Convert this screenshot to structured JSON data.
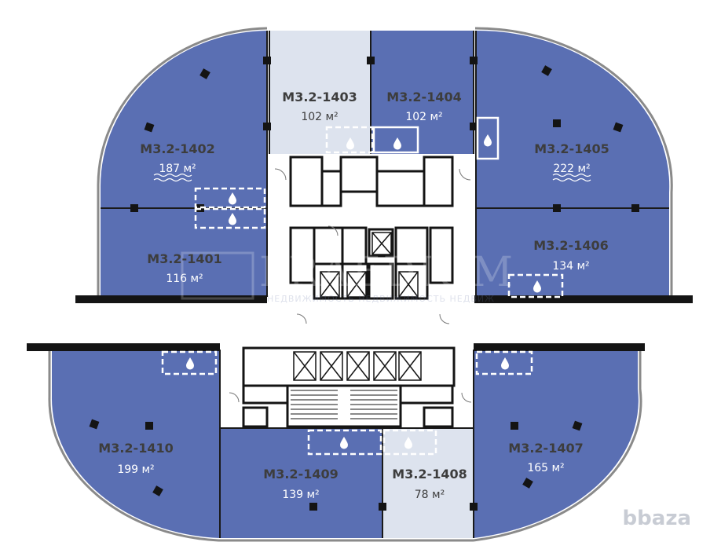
{
  "colors": {
    "unit_available": "#5a6fb3",
    "unit_sold": "#dde3ee",
    "wall": "#141414",
    "core_fill": "#ffffff",
    "label_dark": "#3d3d3d",
    "label_light": "#ffffff"
  },
  "units": [
    {
      "code": "М3.2-1401",
      "area": "116 м²",
      "status": "available"
    },
    {
      "code": "М3.2-1402",
      "area": "187 м²",
      "status": "available"
    },
    {
      "code": "М3.2-1403",
      "area": "102 м²",
      "status": "sold"
    },
    {
      "code": "М3.2-1404",
      "area": "102 м²",
      "status": "available"
    },
    {
      "code": "М3.2-1405",
      "area": "222 м²",
      "status": "available"
    },
    {
      "code": "М3.2-1406",
      "area": "134 м²",
      "status": "available"
    },
    {
      "code": "М3.2-1407",
      "area": "165 м²",
      "status": "available"
    },
    {
      "code": "М3.2-1408",
      "area": "78 м²",
      "status": "sold"
    },
    {
      "code": "М3.2-1409",
      "area": "139 м²",
      "status": "available"
    },
    {
      "code": "М3.2-1410",
      "area": "199 м²",
      "status": "available"
    }
  ],
  "icons": {
    "plumbing": "water-drop-icon",
    "heating": "wave-icon"
  },
  "watermark": {
    "brand": "PRAEDIUM",
    "tagline": "НЕДВИЖИМОСТЬ НЕДВИЖИМОСТЬ НЕДВИЖ"
  },
  "corner_brand": "bbaza"
}
